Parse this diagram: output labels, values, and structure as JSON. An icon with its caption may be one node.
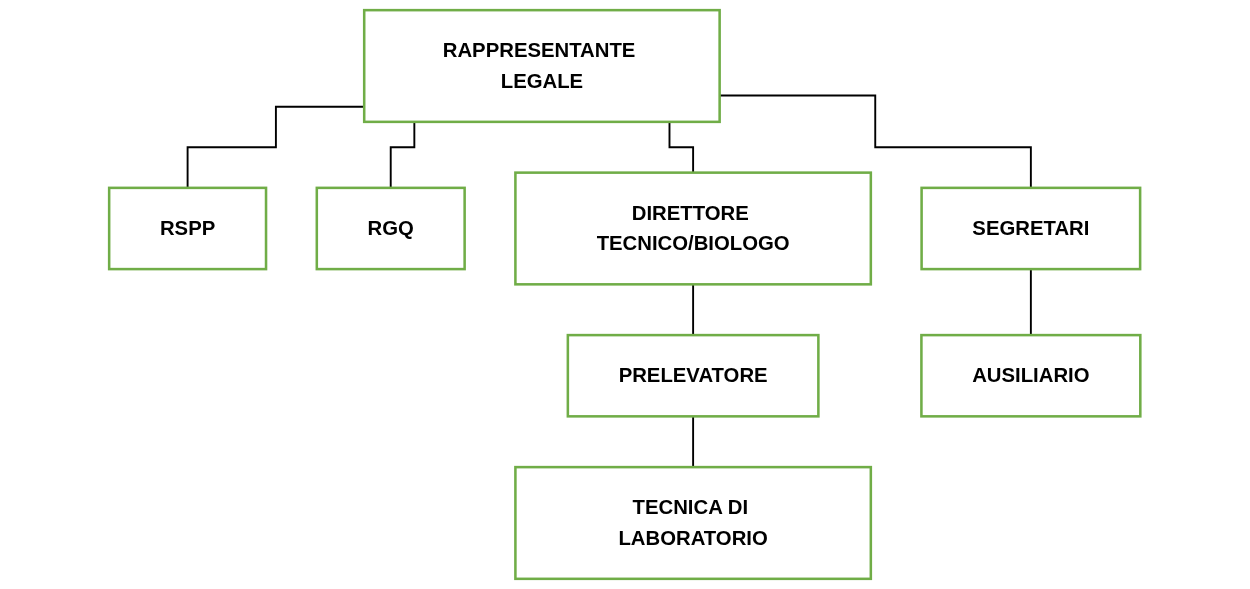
{
  "diagram": {
    "nodes": [
      {
        "text": [
          "RAPPRESENTANTE LEGALE"
        ]
      },
      {
        "text": [
          "RSPP"
        ]
      },
      {
        "text": [
          "RGQ"
        ]
      },
      {
        "text": [
          "DIRETTORE TECNICO/BIOLOGO"
        ]
      },
      {
        "text": [
          "PRELEVATORE"
        ]
      },
      {
        "text": [
          "TECNICA DI LABORATORIO"
        ]
      },
      {
        "text": [
          "SEGRETARI"
        ]
      },
      {
        "text": [
          "AUSILIARIO"
        ]
      }
    ],
    "edges": [
      {
        "from": 0,
        "to": 1,
        "arrow": "none"
      },
      {
        "from": 0,
        "to": 2,
        "arrow": "none"
      },
      {
        "from": 0,
        "to": 3,
        "arrow": "none"
      },
      {
        "from": 0,
        "to": 6,
        "arrow": "none"
      },
      {
        "from": 3,
        "to": 4,
        "arrow": "none"
      },
      {
        "from": 4,
        "to": 5,
        "arrow": "none"
      },
      {
        "from": 6,
        "to": 7,
        "arrow": "none"
      }
    ]
  }
}
